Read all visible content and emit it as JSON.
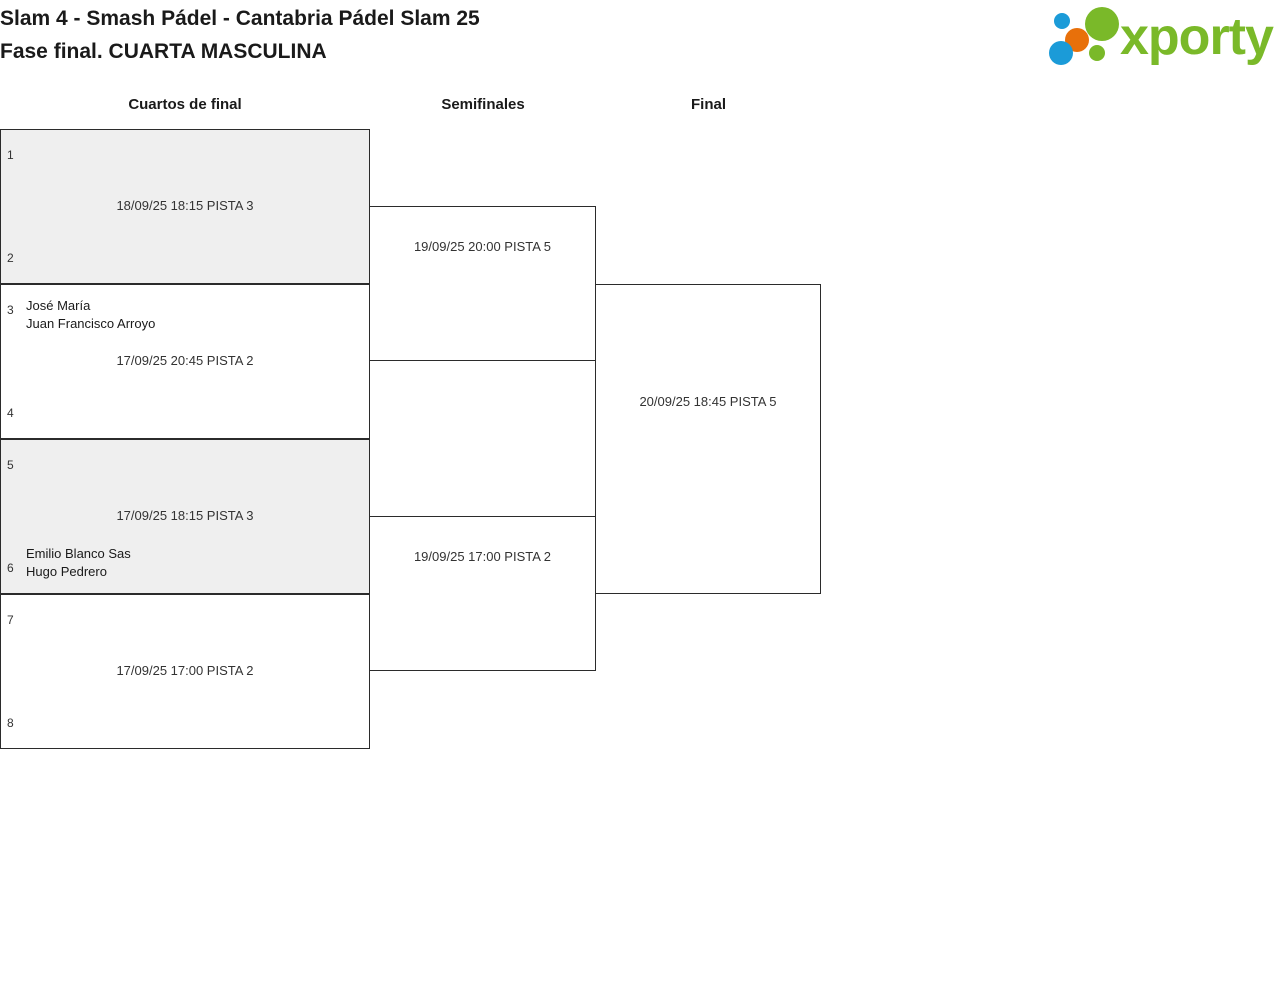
{
  "header": {
    "title_line1": "Slam 4 - Smash Pádel - Cantabria Pádel Slam 25",
    "title_line2": "Fase final. CUARTA MASCULINA",
    "logo_text": "xporty",
    "logo_colors": {
      "green": "#7AB929",
      "orange": "#E8700A",
      "blue": "#1B9BD8"
    }
  },
  "rounds": [
    {
      "label": "Cuartos de final"
    },
    {
      "label": "Semifinales"
    },
    {
      "label": "Final"
    }
  ],
  "bracket": {
    "quarterfinals": [
      {
        "shaded": true,
        "top": {
          "seed": "1",
          "players": []
        },
        "bottom": {
          "seed": "2",
          "players": []
        },
        "info": "18/09/25 18:15 PISTA 3"
      },
      {
        "shaded": false,
        "top": {
          "seed": "3",
          "players": [
            "José María",
            "Juan Francisco Arroyo"
          ]
        },
        "bottom": {
          "seed": "4",
          "players": []
        },
        "info": "17/09/25 20:45 PISTA 2"
      },
      {
        "shaded": true,
        "top": {
          "seed": "5",
          "players": []
        },
        "bottom": {
          "seed": "6",
          "players": [
            "Emilio Blanco Sas",
            "Hugo Pedrero"
          ]
        },
        "info": "17/09/25 18:15 PISTA 3"
      },
      {
        "shaded": false,
        "top": {
          "seed": "7",
          "players": []
        },
        "bottom": {
          "seed": "8",
          "players": []
        },
        "info": "17/09/25 17:00 PISTA 2"
      }
    ],
    "semifinals": [
      {
        "shaded": false,
        "info": "19/09/25 20:00 PISTA 5"
      },
      {
        "shaded": false,
        "info": "19/09/25 17:00 PISTA 2"
      }
    ],
    "final": [
      {
        "shaded": false,
        "info": "20/09/25 18:45 PISTA 5"
      }
    ]
  }
}
